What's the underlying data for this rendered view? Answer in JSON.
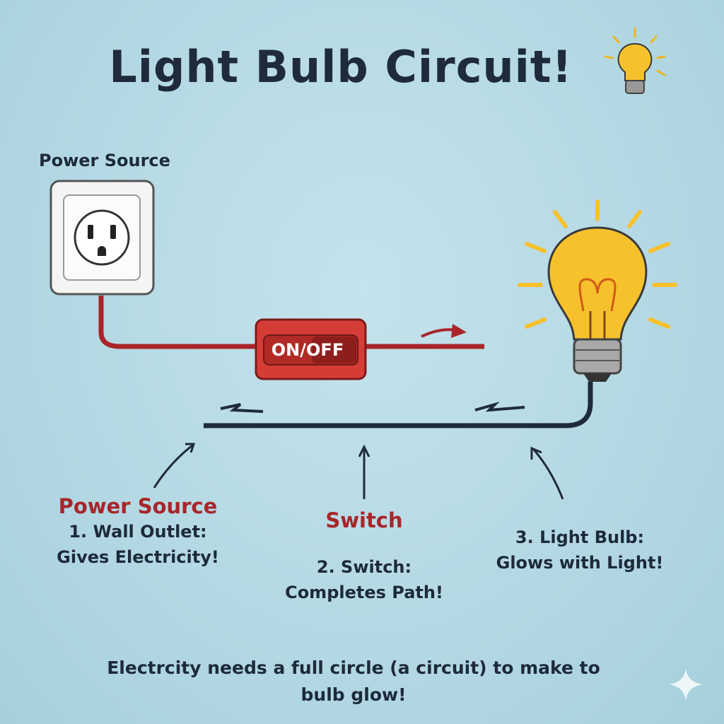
{
  "title": "Light Bulb Circuit!",
  "power_source_top_label": "Power Source",
  "switch_label": "ON/OFF",
  "labels": {
    "power": {
      "heading": "Power Source",
      "line1": "1. Wall Outlet:",
      "line2": "Gives Electricity!"
    },
    "switch": {
      "heading": "Switch",
      "line1": "2. Switch:",
      "line2": "Completes Path!"
    },
    "bulb": {
      "line1": "3. Light Bulb:",
      "line2": "Glows with Light!"
    }
  },
  "footer": {
    "line1": "Electrcity needs a full circle (a circuit) to make to",
    "line2": "bulb glow!"
  },
  "colors": {
    "wire_red": "#a8262a",
    "wire_dark": "#1f2b3d",
    "bulb": "#f6c12c",
    "switch": "#d63c36"
  }
}
